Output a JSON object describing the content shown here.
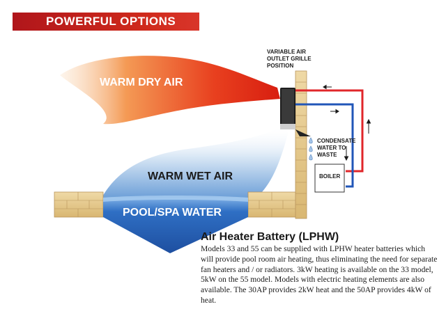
{
  "banner": {
    "title": "POWERFUL OPTIONS"
  },
  "diagram": {
    "warm_dry_air": "WARM DRY AIR",
    "warm_wet_air": "WARM WET AIR",
    "pool_water": "POOL/SPA WATER",
    "vent_label": [
      "VARIABLE AIR",
      "OUTLET GRILLE",
      "POSITION"
    ],
    "condensate_label": [
      "CONDENSATE",
      "WATER TO",
      "WASTE"
    ],
    "boiler_label": "BOILER"
  },
  "colors": {
    "banner_red": "#c8201b",
    "flow_pipe": "#e0262a",
    "return_pipe": "#2156b8",
    "pool_blue": "#2f6fc4",
    "brick": "#e6c98a"
  },
  "section": {
    "heading": "Air Heater Battery (LPHW)",
    "body": "Models 33 and 55 can be supplied with LPHW heater batteries which will provide pool room air heating, thus eliminating the need for separate fan heaters and / or radiators. 3kW heating is available on the 33 model, 5kW on the 55 model. Models with electric heating elements are also available. The 30AP provides 2kW heat and the 50AP provides 4kW of heat."
  }
}
